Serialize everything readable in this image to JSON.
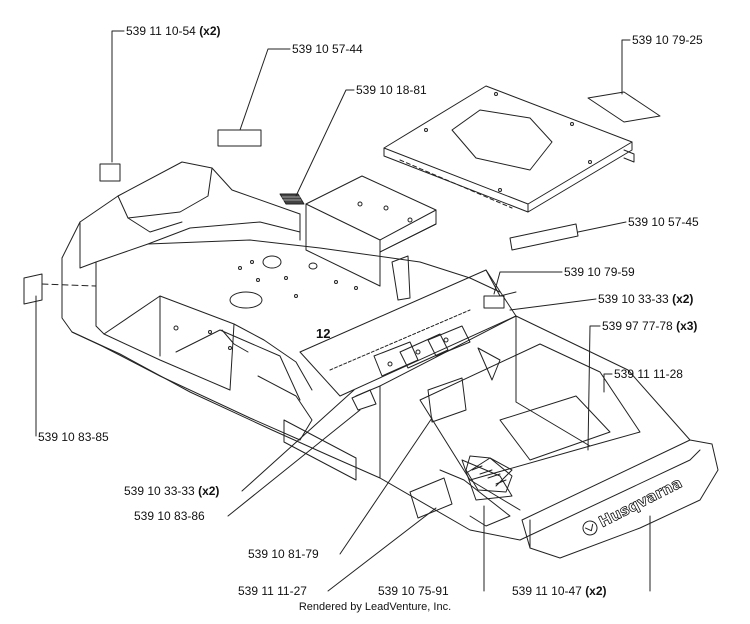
{
  "section_number": "12",
  "brand_logo": "Husqvarna",
  "footer": "Rendered by LeadVenture, Inc.",
  "parts": [
    {
      "id": "p1",
      "number": "539 11 10-54",
      "qty": "(x2)"
    },
    {
      "id": "p2",
      "number": "539 10 57-44",
      "qty": ""
    },
    {
      "id": "p3",
      "number": "539 10 18-81",
      "qty": ""
    },
    {
      "id": "p4",
      "number": "539 10 79-25",
      "qty": ""
    },
    {
      "id": "p5",
      "number": "539 10 57-45",
      "qty": ""
    },
    {
      "id": "p6",
      "number": "539 10 79-59",
      "qty": ""
    },
    {
      "id": "p7",
      "number": "539 10 33-33",
      "qty": "(x2)"
    },
    {
      "id": "p8",
      "number": "539 97 77-78",
      "qty": "(x3)"
    },
    {
      "id": "p9",
      "number": "539 11 11-28",
      "qty": ""
    },
    {
      "id": "p10",
      "number": "539 10 83-85",
      "qty": ""
    },
    {
      "id": "p11",
      "number": "539 10 33-33",
      "qty": "(x2)"
    },
    {
      "id": "p12",
      "number": "539 10 83-86",
      "qty": ""
    },
    {
      "id": "p13",
      "number": "539 10 81-79",
      "qty": ""
    },
    {
      "id": "p14",
      "number": "539 11 11-27",
      "qty": ""
    },
    {
      "id": "p15",
      "number": "539 10 75-91",
      "qty": ""
    },
    {
      "id": "p16",
      "number": "539 11 10-47",
      "qty": "(x2)"
    }
  ]
}
